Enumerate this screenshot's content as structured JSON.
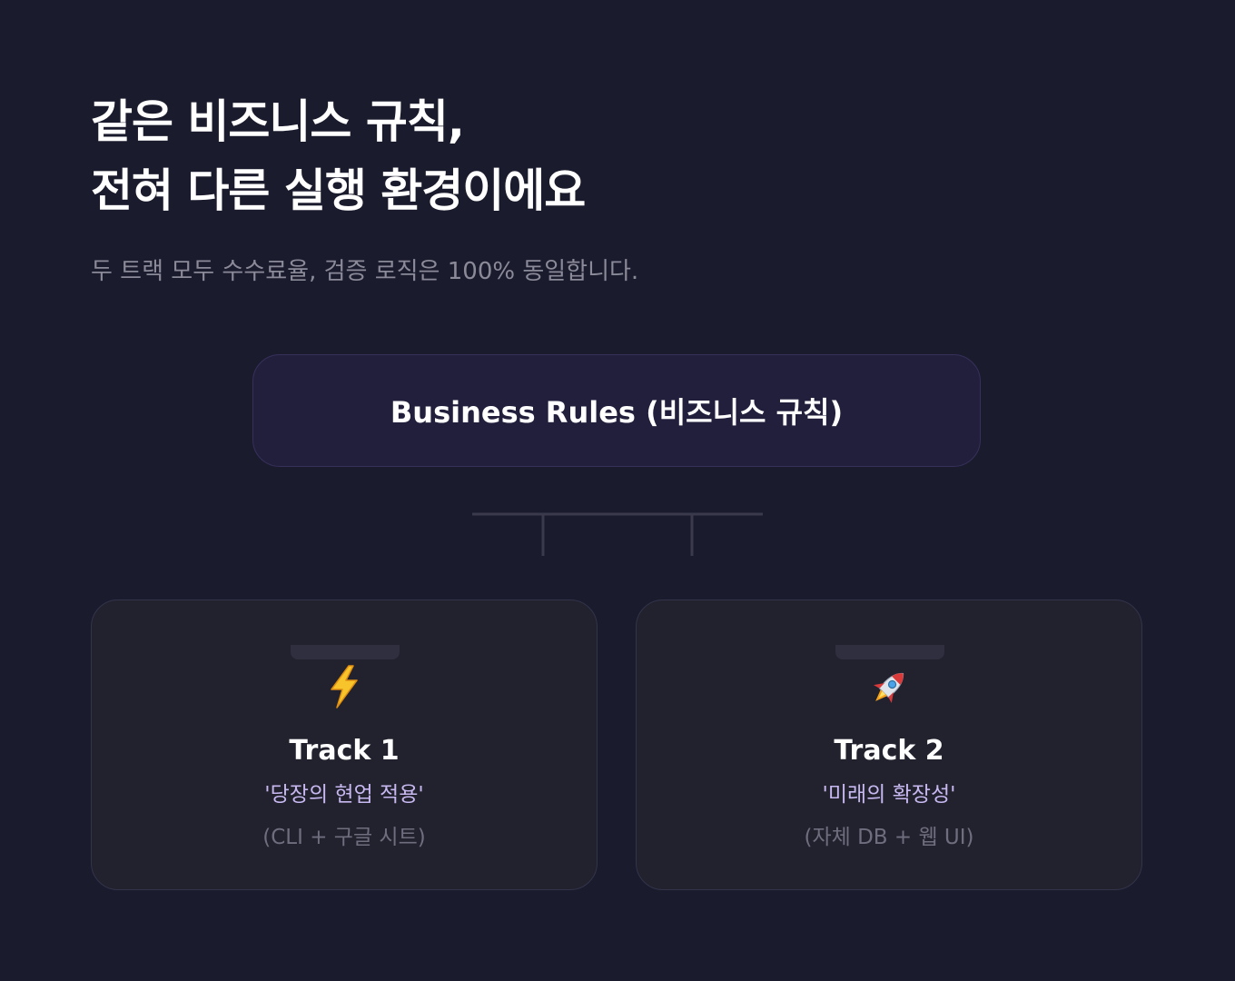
{
  "header": {
    "title_line1": "같은 비즈니스 규칙,",
    "title_line2": "전혀 다른 실행 환경이에요",
    "subtitle": "두 트랙 모두 수수료율, 검증 로직은 100% 동일합니다."
  },
  "rules": {
    "label": "Business Rules (비즈니스 규칙)"
  },
  "tracks": [
    {
      "icon": "lightning-icon",
      "name": "Track 1",
      "tagline": "'당장의 현업 적용'",
      "detail": "(CLI + 구글 시트)"
    },
    {
      "icon": "rocket-icon",
      "name": "Track 2",
      "tagline": "'미래의 확장성'",
      "detail": "(자체 DB + 웹 UI)"
    }
  ],
  "colors": {
    "background": "#1b1b2e",
    "rules_box": "#221f3d",
    "card": "#22222f",
    "tagline": "#c7b8f0",
    "muted": "#8a8a99"
  }
}
